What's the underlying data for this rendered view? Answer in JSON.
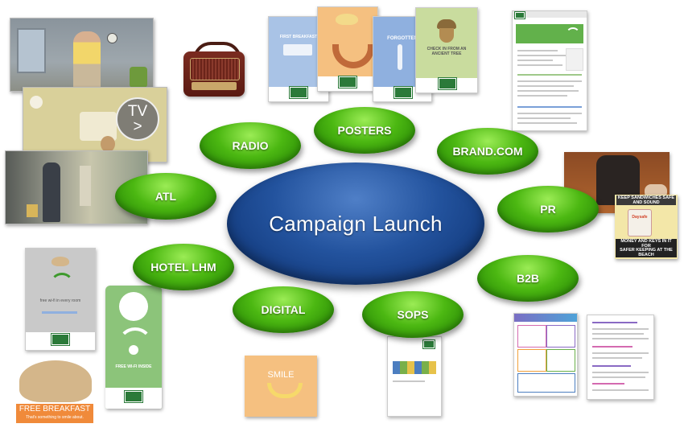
{
  "center": {
    "label": "Campaign Launch"
  },
  "nodes": {
    "radio": "RADIO",
    "posters": "POSTERS",
    "brand_com": "BRAND.COM",
    "atl": "ATL",
    "pr": "PR",
    "hotel_lhm": "HOTEL LHM",
    "b2b": "B2B",
    "digital": "DIGITAL",
    "sops": "SOPS"
  },
  "tv": {
    "label": "TV",
    "play": ">"
  },
  "posters": {
    "p1": "FIRST BREAKFAST",
    "p3": "FORGOTTEN",
    "p4": "CHECK IN FROM AN ANCIENT TREE"
  },
  "pr_clipping": {
    "line1": "KEEP SANDWICHES SAFE AND SOUND",
    "line2": "MONEY AND KEYS IN IT FOR",
    "line3": "SAFER KEEPING AT THE BEACH",
    "tin_label": "Daysafe"
  },
  "hotel": {
    "wifi_card_text": "free wi-fi in every room",
    "hanger_text": "FREE WI-FI INSIDE",
    "breakfast": "FREE BREAKFAST",
    "breakfast_sub": "That's something to smile about."
  },
  "digital": {
    "smile": "SMILE"
  },
  "colors": {
    "center_blue": "#23539e",
    "node_green": "#4cb812",
    "brand_green": "#2b7a39",
    "poster_blue": "#a9c3e6",
    "poster_orange": "#f5c080",
    "poster_green": "#c9dc9e",
    "hanger_green": "#8cc47a"
  }
}
